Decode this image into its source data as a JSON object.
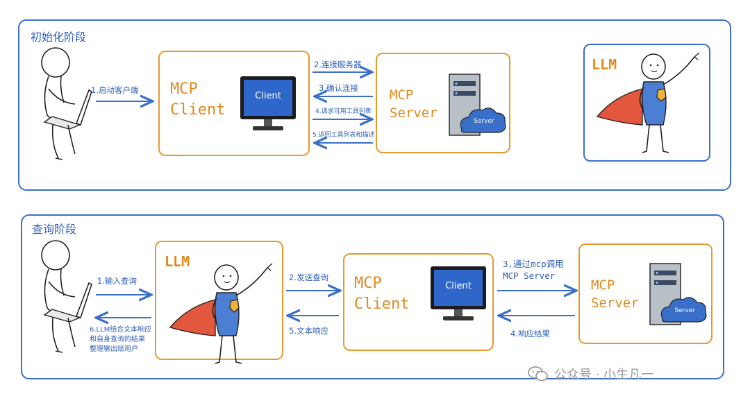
{
  "phase1": {
    "title": "初始化阶段",
    "mcp_client_label": "MCP\nClient",
    "client_screen_text": "Client",
    "mcp_server_label": "MCP\nServer",
    "server_cloud_text": "Server",
    "llm_label": "LLM",
    "arrows": {
      "step1": "1.启动客户端",
      "step2": "2.连接服务器",
      "step3": "3.确认连接",
      "step4": "4.请求可用工具列表",
      "step5": "5.返回工具列表和描述"
    }
  },
  "phase2": {
    "title": "查询阶段",
    "llm_label": "LLM",
    "mcp_client_label": "MCP\nClient",
    "client_screen_text": "Client",
    "mcp_server_label": "MCP\nServer",
    "server_cloud_text": "Server",
    "arrows": {
      "step1": "1.输入查询",
      "step2": "2.发送查询",
      "step3": "3.通过mcp调用\nMCP Server",
      "step4": "4.响应结果",
      "step5": "5.文本响应",
      "step6": "6.LLM结合文本响应\n和自身查询的结果\n整理输出给用户"
    }
  },
  "watermark": "公众号 · 小生凡一",
  "colors": {
    "accent_blue": "#3a6fc9",
    "accent_orange": "#e69a2e",
    "cape_red": "#e4573f"
  }
}
